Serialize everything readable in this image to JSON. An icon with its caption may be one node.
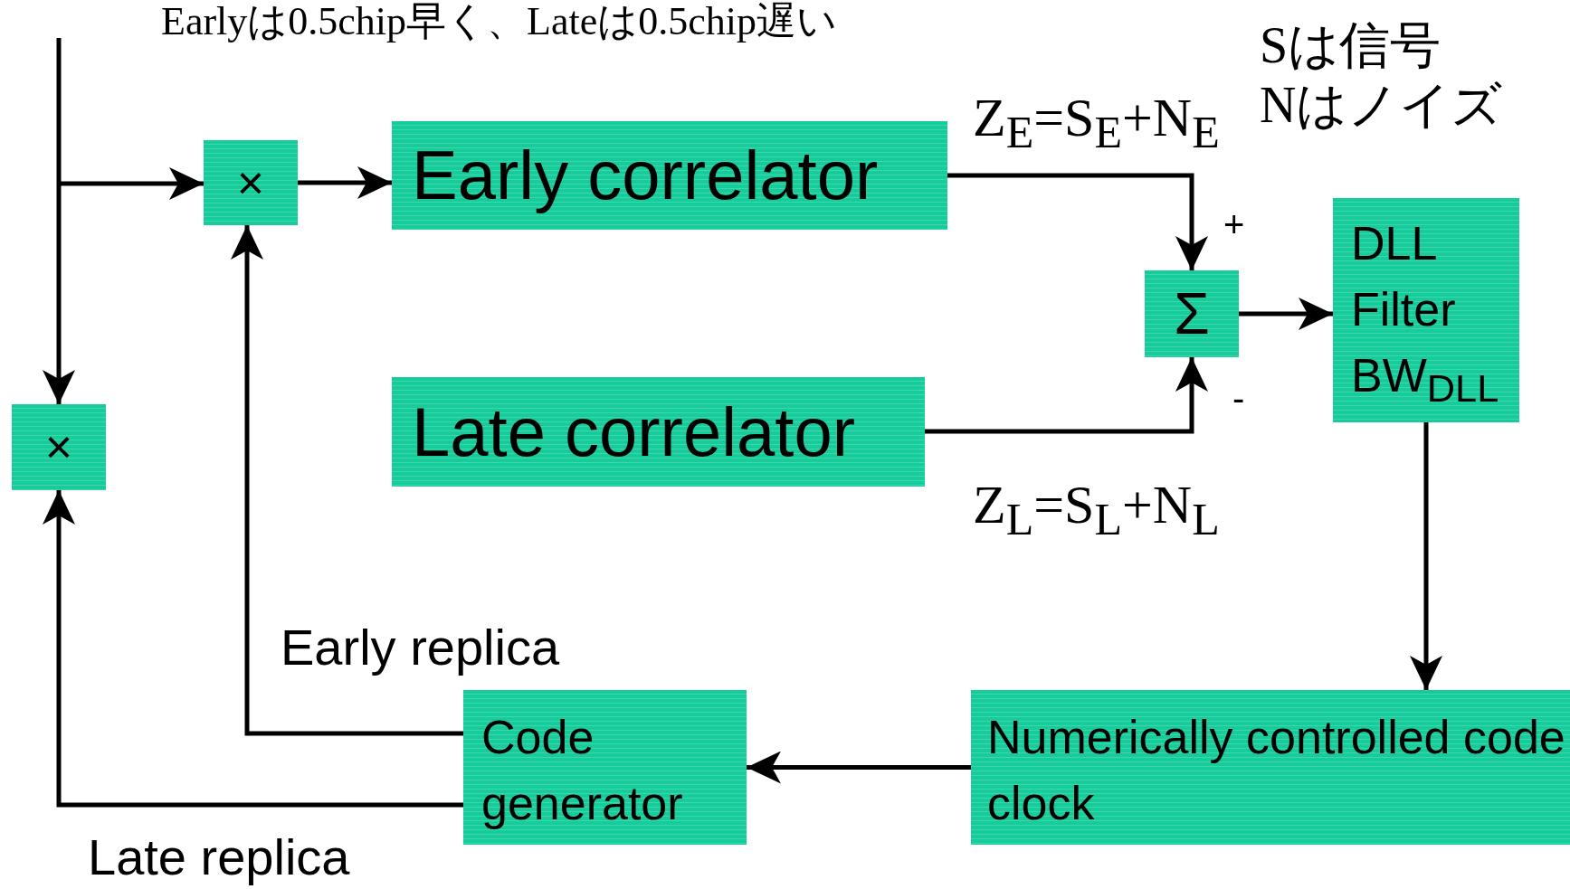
{
  "diagram": {
    "nodes": [
      {
        "text": [
          "×"
        ]
      },
      {
        "text": [
          "Early correlator"
        ]
      },
      {
        "text": [
          "Σ"
        ]
      },
      {
        "text": [
          "DLL Filter BW$_{DLL}$"
        ]
      },
      {
        "text": [
          "×"
        ]
      },
      {
        "text": [
          "Late correlator"
        ]
      },
      {
        "text": [
          "Code generator"
        ]
      },
      {
        "text": [
          "Numerically controlled code clock"
        ]
      }
    ],
    "edges": [
      {
        "from": null,
        "to": 4,
        "arrow": "to"
      },
      {
        "from": null,
        "to": 0,
        "arrow": "to"
      },
      {
        "from": 0,
        "to": 1,
        "arrow": "to"
      },
      {
        "from": 1,
        "to": 2,
        "arrow": "to",
        "label": "+"
      },
      {
        "from": 5,
        "to": 2,
        "arrow": "to",
        "label": "-"
      },
      {
        "from": 2,
        "to": 3,
        "arrow": "to"
      },
      {
        "from": 3,
        "to": 7,
        "arrow": "to"
      },
      {
        "from": 7,
        "to": 6,
        "arrow": "to"
      },
      {
        "from": 6,
        "to": 0,
        "arrow": "to",
        "label": "Early replica"
      },
      {
        "from": 6,
        "to": 4,
        "arrow": "to",
        "label": "Late replica"
      }
    ],
    "labels": [
      "Earlyは0.5chip早く、Lateは0.5chip遅い",
      "Sは信号",
      "Nはノイズ",
      "Z$_{E}$=S$_{E}$+N$_{E}$",
      "Z$_{L}$=S$_{L}$+N$_{L}$"
    ]
  }
}
